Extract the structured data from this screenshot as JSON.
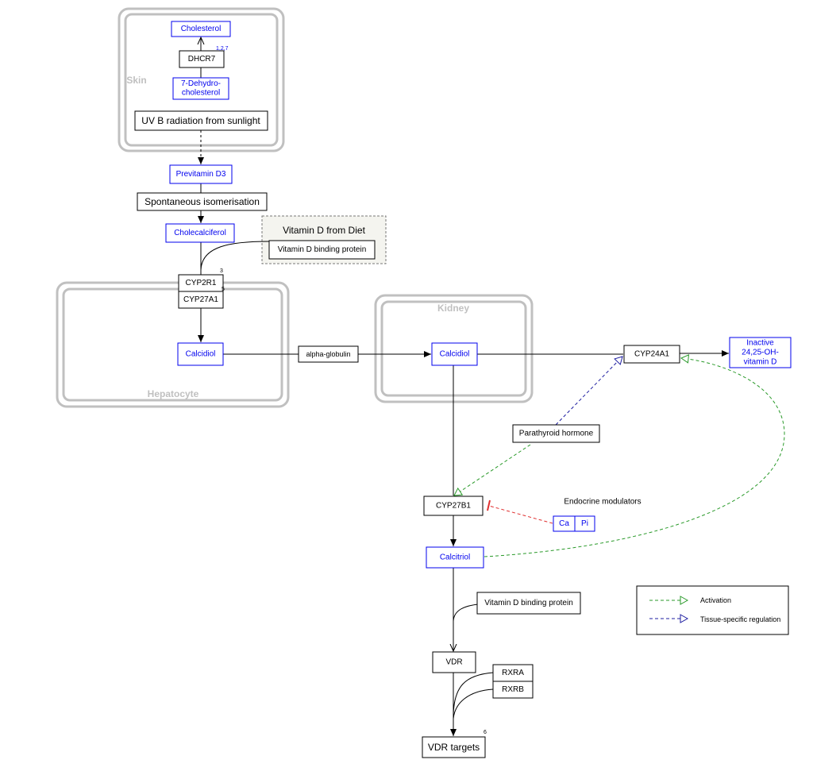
{
  "compartments": {
    "skin": "Skin",
    "hepatocyte": "Hepatocyte",
    "kidney": "Kidney"
  },
  "nodes": {
    "cholesterol": "Cholesterol",
    "dhcr7": "DHCR7",
    "dehydrocholesterol_line1": "7-Dehydro-",
    "dehydrocholesterol_line2": "cholesterol",
    "uvb": "UV B radiation from sunlight",
    "previtamin_d3": "Previtamin D3",
    "spontaneous_isomerisation": "Spontaneous isomerisation",
    "cholecalciferol": "Cholecalciferol",
    "vitamin_d_from_diet": "Vitamin D from Diet",
    "vitamin_d_binding_protein_diet": "Vitamin D binding protein",
    "cyp2r1": "CYP2R1",
    "cyp27a1": "CYP27A1",
    "calcidiol_liver": "Calcidiol",
    "alpha_globulin": "alpha-globulin",
    "calcidiol_kidney": "Calcidiol",
    "cyp24a1": "CYP24A1",
    "inactive_line1": "Inactive",
    "inactive_line2": "24,25-OH-",
    "inactive_line3": "vitamin D",
    "parathyroid_hormone": "Parathyroid hormone",
    "cyp27b1": "CYP27B1",
    "endocrine_modulators": "Endocrine modulators",
    "ca": "Ca",
    "pi": "Pi",
    "calcitriol": "Calcitriol",
    "vitamin_d_binding_protein": "Vitamin D binding protein",
    "vdr": "VDR",
    "rxra": "RXRA",
    "rxrb": "RXRB",
    "vdr_targets": "VDR targets"
  },
  "refs": {
    "dhcr7": "1,2,7",
    "cyp2r1": "3",
    "cyp2r1_small": "5",
    "vdr_targets": "6"
  },
  "legend": {
    "activation": "Activation",
    "tissue_specific": "Tissue-specific regulation"
  },
  "colors": {
    "metabolite": "#0000ee",
    "gene_product": "#000000",
    "compartment": "#c0c0c0",
    "activation": "#2a9a2a",
    "tissue_specific_regulation": "#1c1ca0",
    "inhibition": "#e03030"
  }
}
